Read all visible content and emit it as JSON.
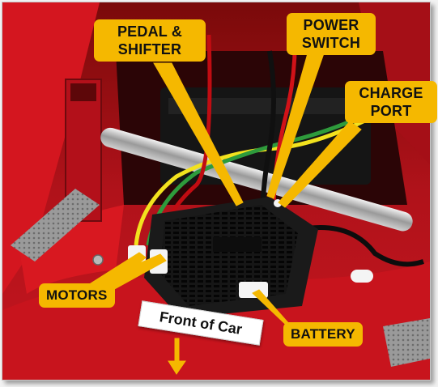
{
  "labels": {
    "pedal_shifter": "PEDAL &\nSHIFTER",
    "power_switch": "POWER\nSWITCH",
    "charge_port": "CHARGE\nPORT",
    "motors": "MOTORS",
    "battery": "BATTERY",
    "front_of_car": "Front of Car"
  },
  "colors": {
    "callout": "#f5b800",
    "body_red": "#c0121a",
    "controller_black": "#1a1a1a"
  }
}
